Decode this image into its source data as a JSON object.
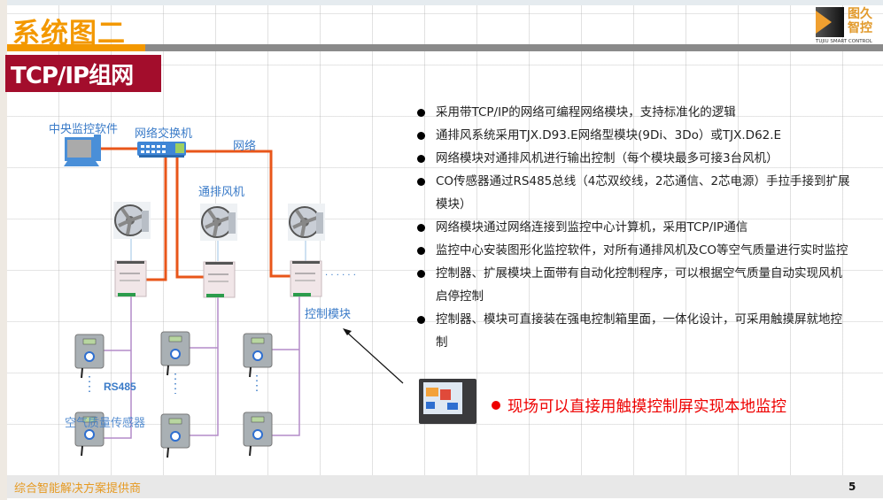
{
  "header": {
    "title": "系统图二",
    "logo_cn": "图久\n智控",
    "logo_en": "TUJIU SMART CONTROL",
    "section": "TCP/IP组网"
  },
  "diagram": {
    "pc_label": "中央监控软件",
    "switch_label": "网络交换机",
    "network_label": "网络",
    "fan_label": "通排风机",
    "module_label": "控制模块",
    "module_more": "· · · · · ·",
    "rs485_label": "RS485",
    "sensor_label": "空气质量传感器",
    "colors": {
      "network": "#e8561a",
      "rs485": "#b48cc8",
      "label": "#3a7bc8"
    }
  },
  "bullets": [
    "采用带TCP/IP的网络可编程网络模块，支持标准化的逻辑",
    "通排风系统采用TJX.D93.E网络型模块(9Di、3Do）或TJX.D62.E",
    "网络模块对通排风机进行输出控制（每个模块最多可接3台风机）",
    "CO传感器通过RS485总线（4芯双绞线，2芯通信、2芯电源）手拉手接到扩展模块）",
    "网络模块通过网络连接到监控中心计算机，采用TCP/IP通信",
    "监控中心安装图形化监控软件，对所有通排风机及CO等空气质量进行实时监控",
    "控制器、扩展模块上面带有自动化控制程序，可以根据空气质量自动实现风机启停控制",
    "控制器、模块可直接装在强电控制箱里面，一体化设计，可采用触摸屏就地控制"
  ],
  "touch_note": "现场可以直接用触摸控制屏实现本地监控",
  "footer": {
    "text": "综合智能解决方案提供商",
    "page": "5"
  }
}
